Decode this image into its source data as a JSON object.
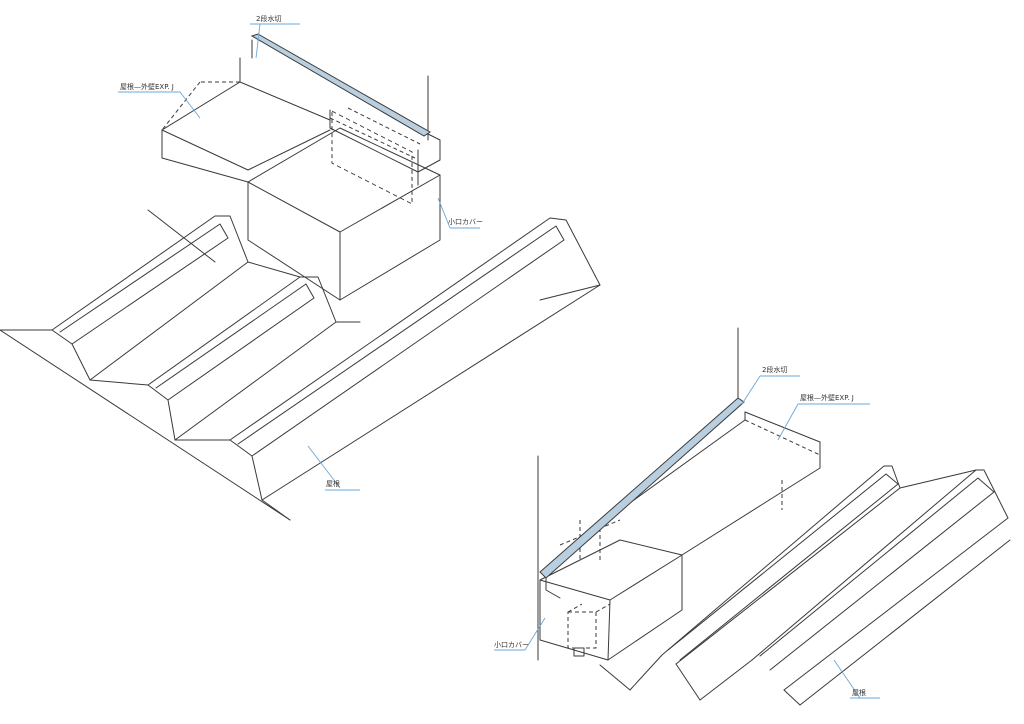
{
  "labels": {
    "top_flashing": "2段水切",
    "top_expj": "屋根—外壁EXP. J",
    "top_cover": "小口カバー",
    "top_roof": "屋根",
    "bot_flashing": "2段水切",
    "bot_expj": "屋根—外壁EXP. J",
    "bot_cover": "小口カバー",
    "bot_roof": "屋根"
  },
  "colors": {
    "line": "#3a3a3a",
    "flashing": "#b9cfdf",
    "leader": "#6aa7d8"
  }
}
